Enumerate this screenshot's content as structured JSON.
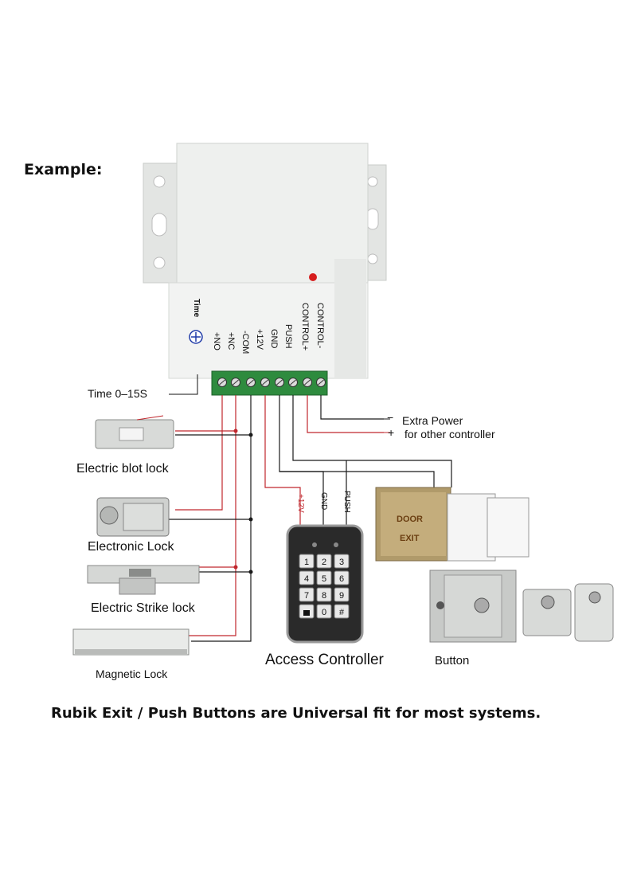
{
  "heading": "Example:",
  "footer": "Rubik Exit / Push Buttons are Universal fit for most systems.",
  "power_supply": {
    "terminal_labels": [
      "+NO",
      "+NC",
      "-COM",
      "+12V",
      "GND",
      "PUSH",
      "CONTROL+",
      "CONTROL-"
    ],
    "time_label": "Time",
    "time_range_label": "Time  0–15S"
  },
  "extra_power": {
    "minus_sign": "−",
    "line1": "Extra Power",
    "plus_sign": "+",
    "line2": "for other controller"
  },
  "locks": [
    "Electric blot lock",
    "Electronic Lock",
    "Electric Strike lock",
    "Magnetic Lock"
  ],
  "controller": {
    "label": "Access Controller",
    "wire_labels": [
      "+12V",
      "GND",
      "PUSH"
    ],
    "keys": [
      "1",
      "2",
      "3",
      "4",
      "5",
      "6",
      "7",
      "8",
      "9",
      "",
      "0",
      "#"
    ]
  },
  "buttons": {
    "label": "Button",
    "door_text": "DOOR",
    "exit_text": "EXIT"
  },
  "colors": {
    "wire_red": "#c0272d",
    "wire_black": "#1a1a1a",
    "terminal_green": "#2e8b3e",
    "panel_white": "#eef0ee"
  }
}
